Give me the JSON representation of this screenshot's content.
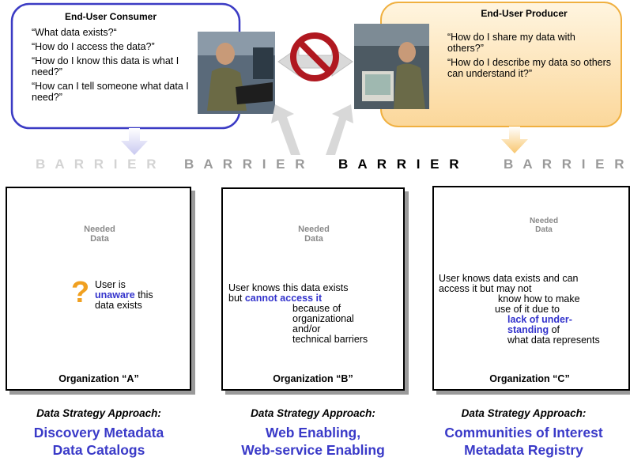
{
  "consumer": {
    "title": "End-User Consumer",
    "questions": [
      "“What data exists?“",
      "“How do I access the data?”",
      "“How do I know this data is what  I need?”",
      "“How can I tell someone what data I need?”"
    ]
  },
  "producer": {
    "title": "End-User Producer",
    "questions": [
      "“How do I  share my data with others?”",
      "“How do I describe my data so others can understand it?”"
    ]
  },
  "barriers": [
    "B A R R I E R",
    "B A R R I E R",
    "B A R R I E R",
    "B A R R I E R"
  ],
  "needed_data_label": [
    "Needed",
    "Data"
  ],
  "org_a": {
    "label": "Organization “A”",
    "question_mark": "?",
    "text_1": "User is",
    "text_2": "unaware",
    "text_3": " this",
    "text_4": "data exists"
  },
  "org_b": {
    "label": "Organization “B”",
    "text_1": "User knows this data exists",
    "text_2": "but ",
    "text_3": "cannot access it",
    "text_4": "because of",
    "text_5": "organizational",
    "text_6": "and/or",
    "text_7": "technical barriers"
  },
  "org_c": {
    "label": "Organization “C”",
    "text_1": "User knows data exists and can",
    "text_2": "access it but may not",
    "text_3": "know how to make",
    "text_4": "use of it due to",
    "text_5": "lack of under-",
    "text_6": "standing",
    "text_7": " of",
    "text_8": "what data represents"
  },
  "approaches": [
    {
      "heading": "Data Strategy Approach:",
      "line1": "Discovery Metadata",
      "line2": "Data Catalogs"
    },
    {
      "heading": "Data Strategy Approach:",
      "line1": "Web Enabling,",
      "line2": "Web-service Enabling"
    },
    {
      "heading": "Data Strategy Approach:",
      "line1": "Communities of Interest",
      "line2": "Metadata Registry"
    }
  ],
  "colors": {
    "consumer_border": "#3b3bc4",
    "producer_fill": "#fde3b4",
    "producer_border": "#f0b040",
    "prohibit_red": "#b01820",
    "accent_blue": "#3a3ac8"
  }
}
